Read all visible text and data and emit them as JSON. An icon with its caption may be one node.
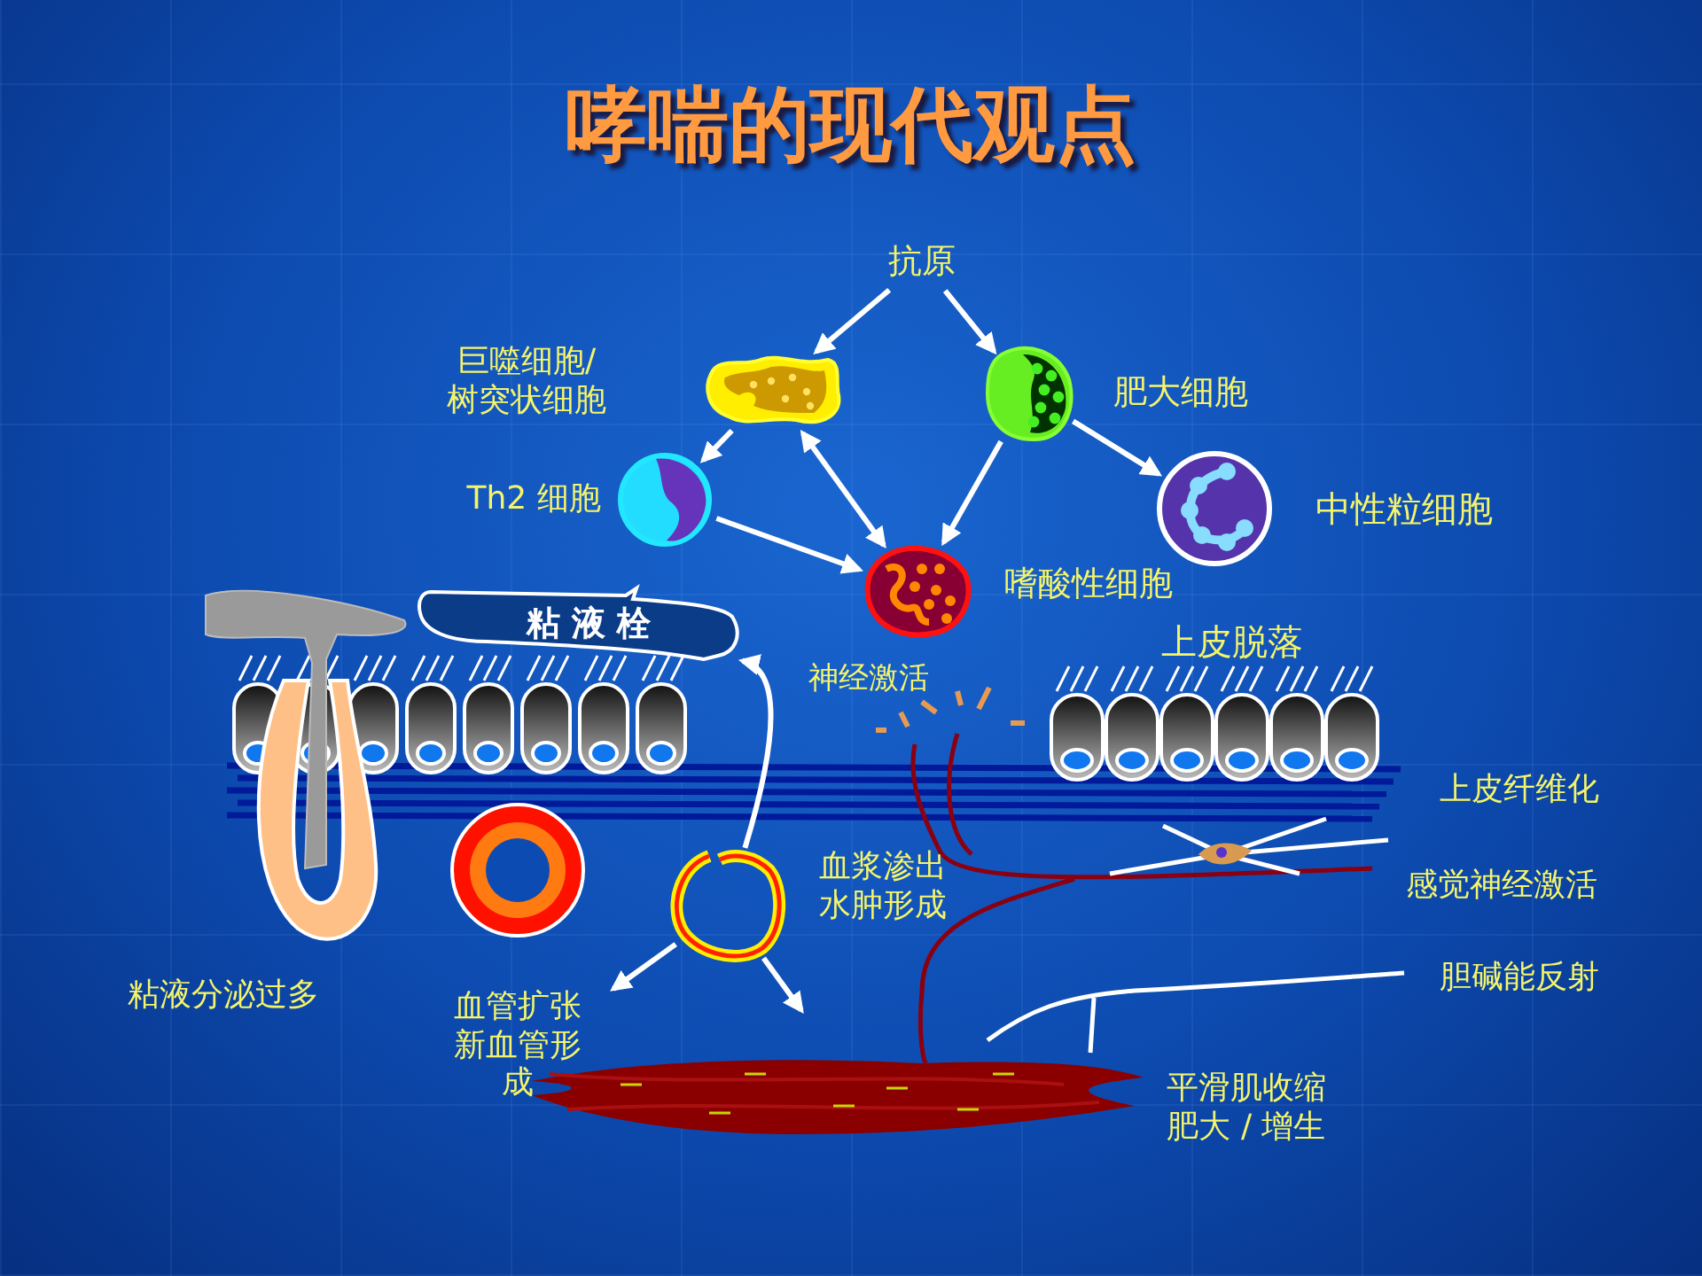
{
  "diagram": {
    "title": "哮喘的现代观点",
    "nodes": [
      {
        "text": [
          "抗原"
        ]
      },
      {
        "text": [],
        "shape": "picture"
      },
      {
        "text": [],
        "shape": "picture",
        "beside": [
          "肥大细胞"
        ]
      },
      {
        "text": [],
        "shape": "picture",
        "beside": [
          "Th2 细胞"
        ]
      },
      {
        "text": [],
        "shape": "picture",
        "beside": [
          "中性粒细胞"
        ]
      },
      {
        "text": [],
        "shape": "picture"
      },
      {
        "text": [
          "粘 液 栓"
        ]
      },
      {
        "text": [],
        "shape": "picture",
        "beside": [
          "血浆渗出水肿形成"
        ]
      }
    ],
    "edges": [
      {
        "from": 0,
        "to": 1,
        "arrow": "to"
      },
      {
        "from": 0,
        "to": 2,
        "arrow": "to"
      },
      {
        "from": 1,
        "to": 3,
        "arrow": "to"
      },
      {
        "from": 1,
        "to": 5,
        "arrow": "both"
      },
      {
        "from": 2,
        "to": 5,
        "arrow": "to"
      },
      {
        "from": 2,
        "to": 4,
        "arrow": "to"
      },
      {
        "from": 3,
        "to": 5,
        "arrow": "to"
      },
      {
        "from": 7,
        "to": 6,
        "arrow": "to"
      },
      {
        "from": 7,
        "to": null,
        "arrow": "to"
      },
      {
        "from": 7,
        "to": null,
        "arrow": "to"
      }
    ],
    "labels": [
      "巨噬细胞/树突状细胞",
      "嗜酸性细胞",
      "上皮脱落",
      "神经激活",
      "上皮纤维化",
      "感觉神经激活",
      "胆碱能反射",
      "粘液分泌过多",
      "血管扩张新血管形成",
      "平滑肌收缩肥大 / 增生"
    ]
  }
}
